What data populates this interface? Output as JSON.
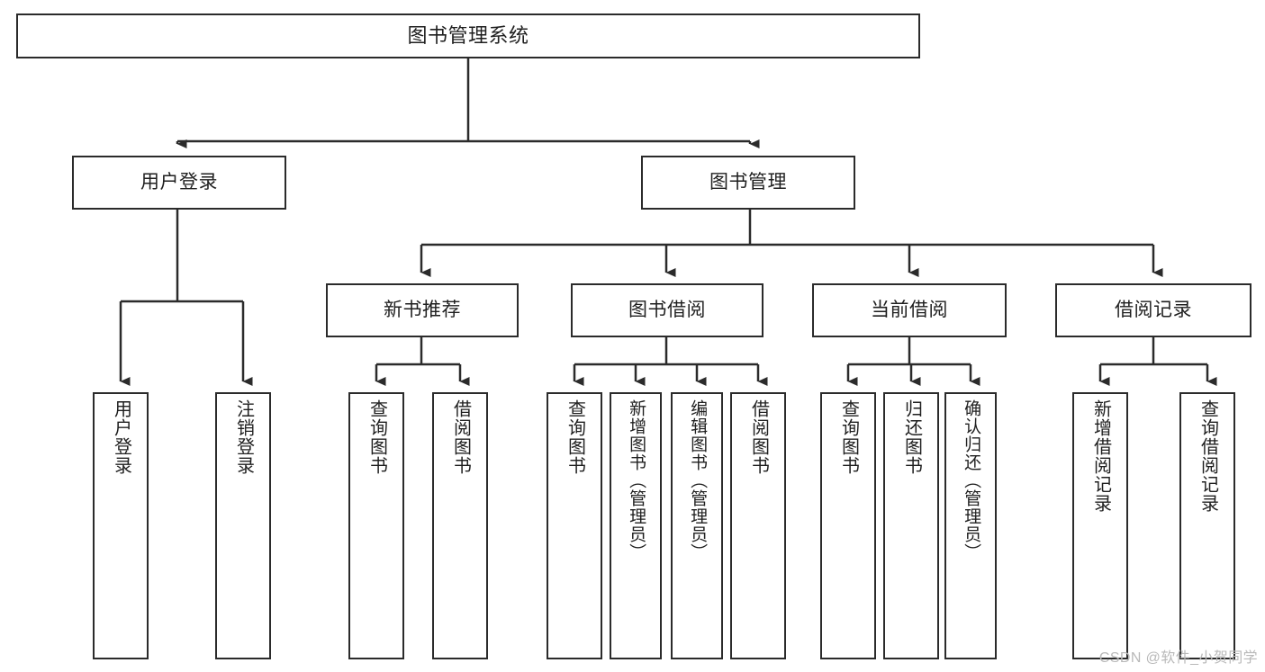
{
  "diagram": {
    "title": "图书管理系统",
    "type": "tree-hierarchy",
    "colors": {
      "box_border": "#2b2b2b",
      "box_fill": "#ffffff",
      "connector": "#2b2b2b",
      "background": "#ffffff",
      "watermark": "#b9b9b9"
    },
    "root": {
      "label": "图书管理系统"
    },
    "level2": [
      {
        "label": "用户登录"
      },
      {
        "label": "图书管理"
      }
    ],
    "level3": [
      {
        "label": "新书推荐"
      },
      {
        "label": "图书借阅"
      },
      {
        "label": "当前借阅"
      },
      {
        "label": "借阅记录"
      }
    ],
    "leaves": {
      "user_login": [
        {
          "label": "用户登录"
        },
        {
          "label": "注销登录"
        }
      ],
      "new_book_recommend": [
        {
          "label": "查询图书"
        },
        {
          "label": "借阅图书"
        }
      ],
      "book_borrow": [
        {
          "label": "查询图书"
        },
        {
          "label": "新增图书（管理员）"
        },
        {
          "label": "编辑图书（管理员）"
        },
        {
          "label": "借阅图书"
        }
      ],
      "current_borrow": [
        {
          "label": "查询图书"
        },
        {
          "label": "归还图书"
        },
        {
          "label": "确认归还（管理员）"
        }
      ],
      "borrow_record": [
        {
          "label": "新增借阅记录"
        },
        {
          "label": "查询借阅记录"
        }
      ]
    }
  },
  "watermark": {
    "text": "CSDN @软件_小贺同学"
  }
}
